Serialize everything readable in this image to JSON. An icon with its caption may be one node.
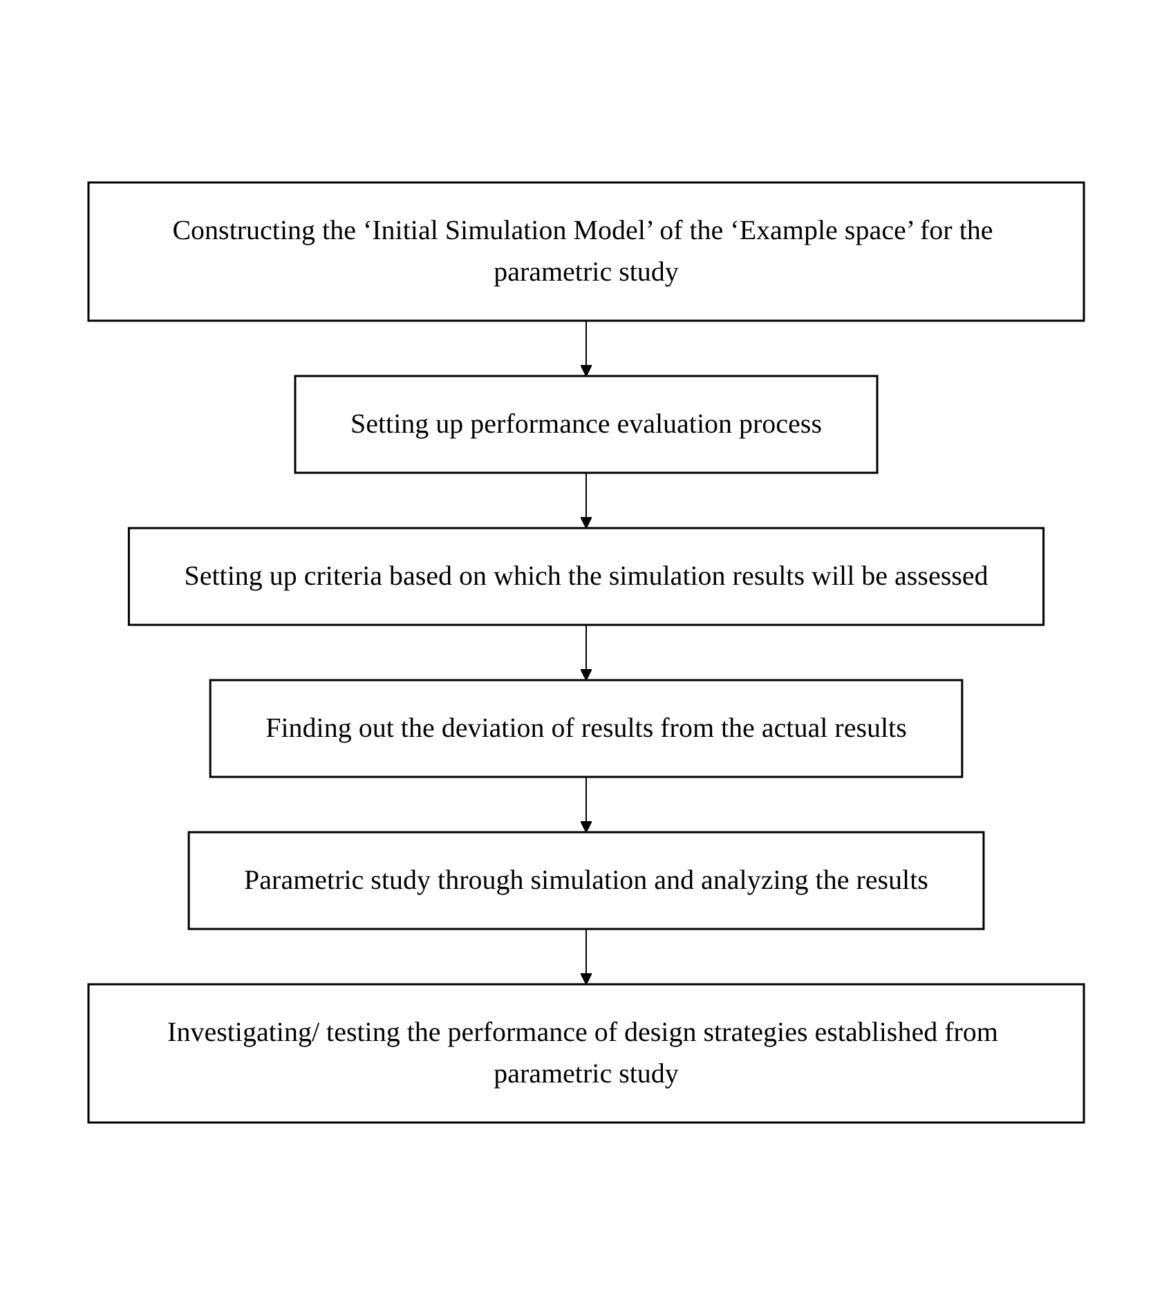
{
  "diagram": {
    "nodes": [
      {
        "text": [
          "Constructing the ‘Initial Simulation Model’ of the ‘Example space’ for the parametric study"
        ]
      },
      {
        "text": [
          "Setting up performance evaluation process"
        ]
      },
      {
        "text": [
          "Setting up criteria based on which the simulation results will be assessed"
        ]
      },
      {
        "text": [
          "Finding out the deviation of results from the actual results"
        ]
      },
      {
        "text": [
          "Parametric study through simulation and analyzing the results"
        ]
      },
      {
        "text": [
          "Investigating/ testing the performance of design strategies established from parametric study"
        ]
      }
    ],
    "edges": [
      {
        "from": 0,
        "to": 1,
        "arrow": "to"
      },
      {
        "from": 1,
        "to": 2,
        "arrow": "to"
      },
      {
        "from": 2,
        "to": 3,
        "arrow": "to"
      },
      {
        "from": 3,
        "to": 4,
        "arrow": "to"
      },
      {
        "from": 4,
        "to": 5,
        "arrow": "to"
      }
    ]
  }
}
